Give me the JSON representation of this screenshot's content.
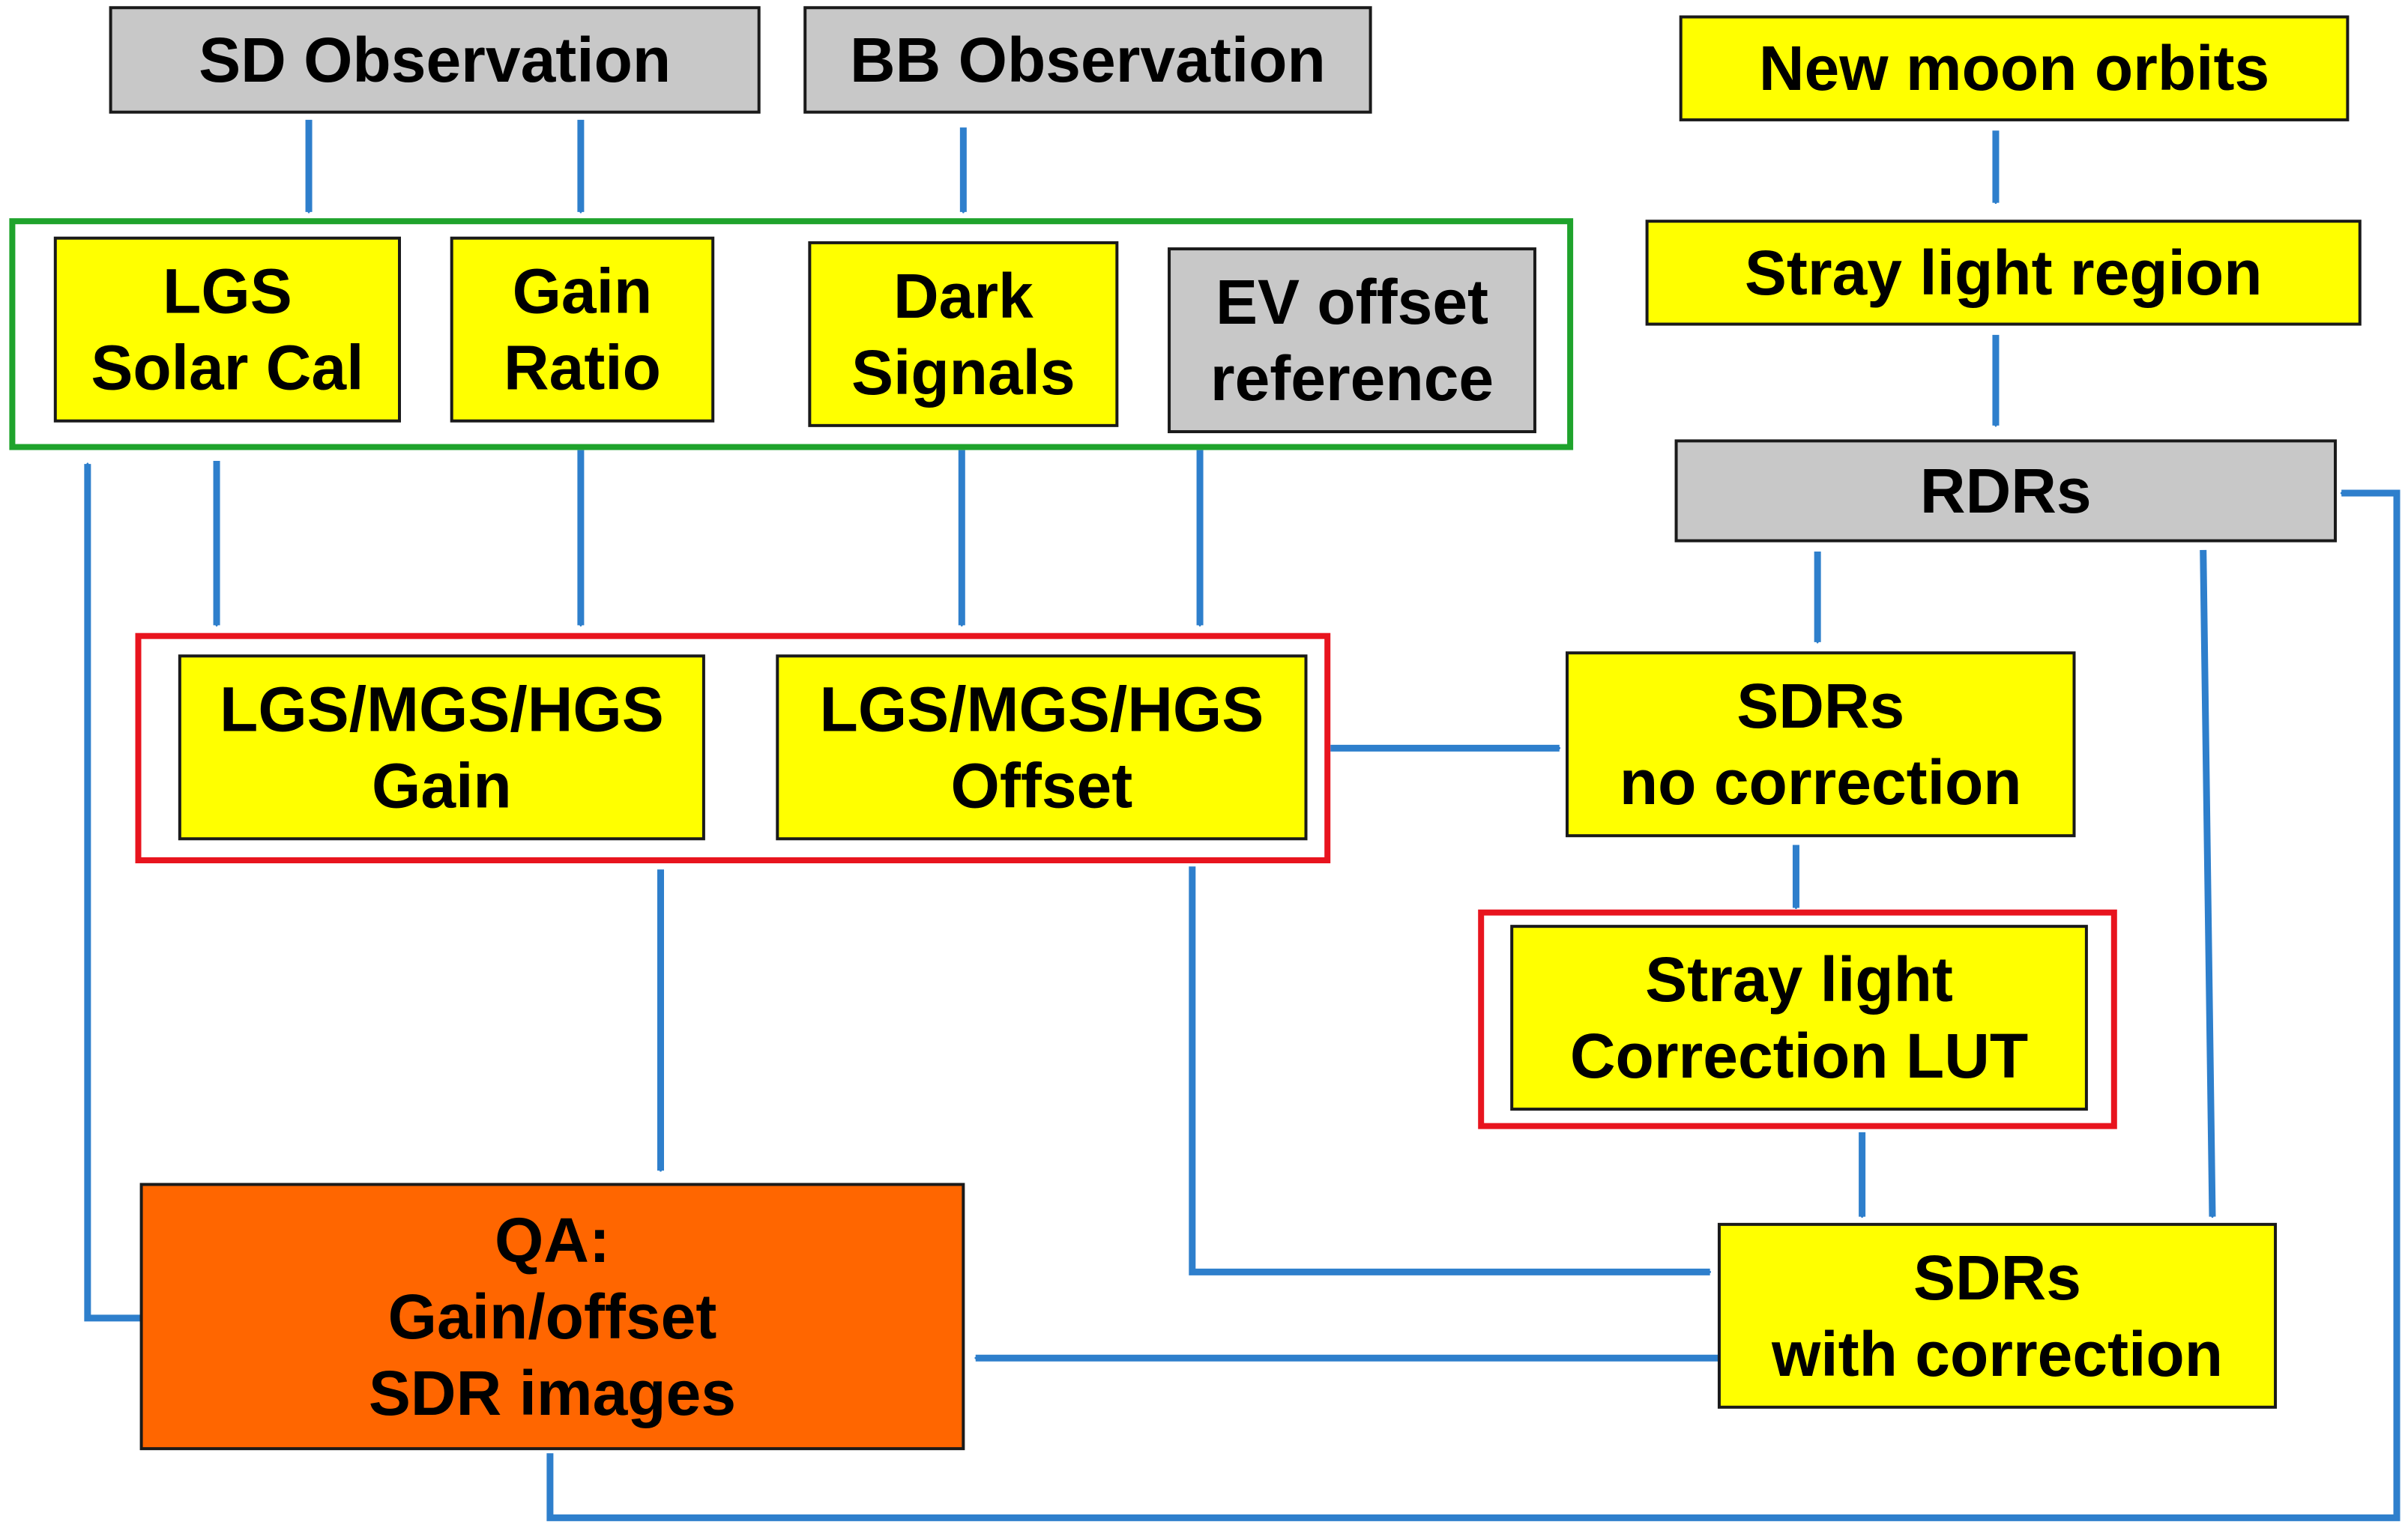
{
  "colors": {
    "yellow": "#FFFF00",
    "gray": "#C8C8C8",
    "orange": "#FF6600",
    "arrow": "#2E7FCC",
    "green_group": "#1FA32C",
    "red_group": "#E8141E",
    "text": "#000000"
  },
  "nodes": {
    "sd_observation": [
      "SD Observation"
    ],
    "bb_observation": [
      "BB Observation"
    ],
    "new_moon_orbits": [
      "New moon orbits"
    ],
    "lgs_solar_cal": [
      "LGS",
      "Solar Cal"
    ],
    "gain_ratio": [
      "Gain",
      "Ratio"
    ],
    "dark_signals": [
      "Dark",
      "Signals"
    ],
    "ev_offset_reference": [
      "EV offset",
      "reference"
    ],
    "stray_light_region": [
      "Stray light region"
    ],
    "rdrs": [
      "RDRs"
    ],
    "lgs_mgs_hgs_gain": [
      "LGS/MGS/HGS",
      "Gain"
    ],
    "lgs_mgs_hgs_offset": [
      "LGS/MGS/HGS",
      "Offset"
    ],
    "sdrs_no_correction": [
      "SDRs",
      "no correction"
    ],
    "stray_light_lut": [
      "Stray light",
      "Correction LUT"
    ],
    "qa": [
      "QA:",
      "Gain/offset",
      "SDR images"
    ],
    "sdrs_with_correction": [
      "SDRs",
      "with correction"
    ]
  }
}
